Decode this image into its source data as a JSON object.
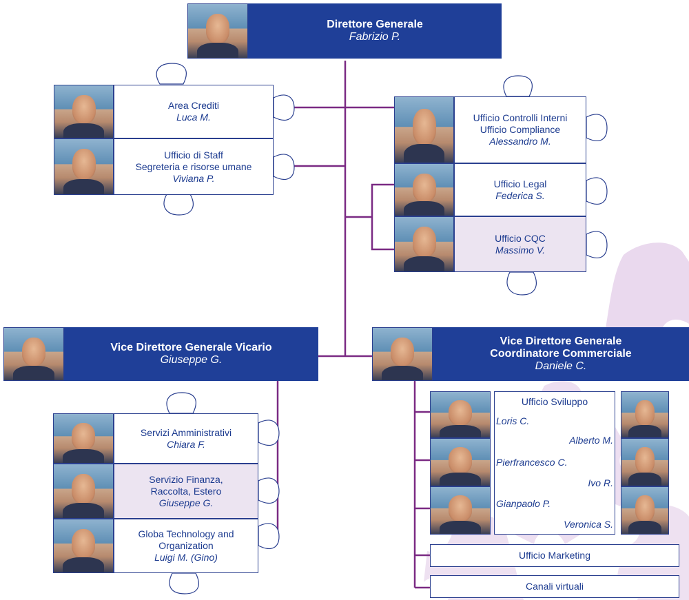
{
  "colors": {
    "header_blue": "#1f3f98",
    "connector_purple": "#7a2a83",
    "text_blue": "#1b3a8f",
    "highlight_pink": "#ece4f1",
    "watermark_lavender": "#ead9ee"
  },
  "director": {
    "title": "Direttore Generale",
    "name": "Fabrizio P."
  },
  "staff_left": [
    {
      "title_lines": [
        "Area Crediti"
      ],
      "name": "Luca M."
    },
    {
      "title_lines": [
        "Ufficio di Staff",
        "Segreteria e risorse umane"
      ],
      "name": "Viviana P."
    }
  ],
  "staff_right": [
    {
      "title_lines": [
        "Ufficio Controlli Interni",
        "Ufficio Compliance"
      ],
      "name": "Alessandro M."
    },
    {
      "title_lines": [
        "Ufficio Legal"
      ],
      "name": "Federica S."
    },
    {
      "title_lines": [
        "Ufficio CQC"
      ],
      "name": "Massimo V."
    }
  ],
  "vice_vicario": {
    "title": "Vice Direttore Generale Vicario",
    "name": "Giuseppe G."
  },
  "vicario_units": [
    {
      "title_lines": [
        "Servizi Amministrativi"
      ],
      "name": "Chiara F."
    },
    {
      "title_lines": [
        "Servizio Finanza,",
        "Raccolta, Estero"
      ],
      "name": "Giuseppe G."
    },
    {
      "title_lines": [
        "Globa Technology and",
        "Organization"
      ],
      "name": "Luigi M. (Gino)"
    }
  ],
  "vice_commerciale": {
    "title_lines": [
      "Vice Direttore Generale",
      "Coordinatore Commerciale"
    ],
    "name": "Daniele C."
  },
  "sviluppo": {
    "title": "Ufficio Sviluppo",
    "members": [
      "Loris C.",
      "Alberto M.",
      "Pierfrancesco C.",
      "Ivo R.",
      "Gianpaolo P.",
      "Veronica S."
    ]
  },
  "marketing": {
    "label": "Ufficio Marketing"
  },
  "canali": {
    "label": "Canali virtuali"
  }
}
